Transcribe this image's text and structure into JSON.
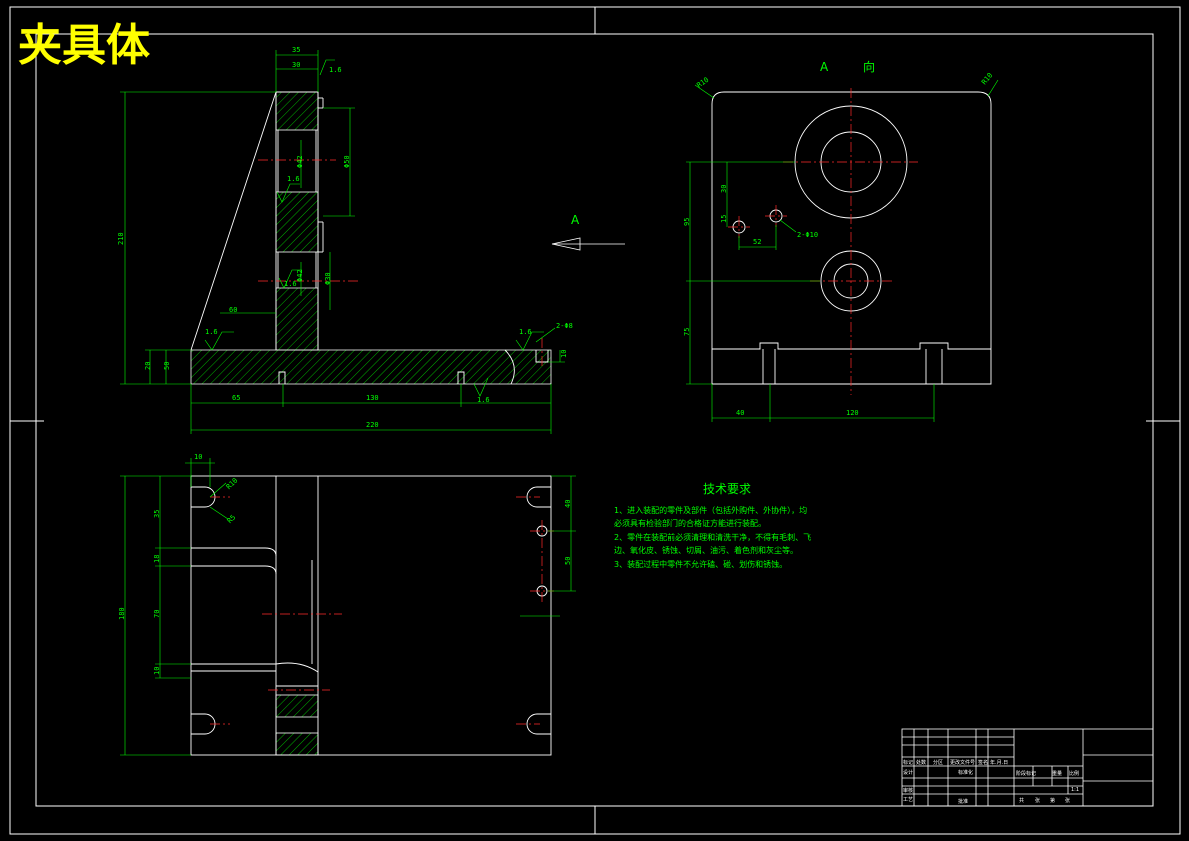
{
  "title": "夹具体",
  "view_label_a": "A",
  "view_label_a_dir": "向",
  "arrow_label": "A",
  "tech": {
    "heading": "技术要求",
    "lines": [
      "1、进入装配的零件及部件（包括外购件、外协件），均",
      "必须具有检验部门的合格证方能进行装配。",
      "2、零件在装配前必须清理和清洗干净，不得有毛刺、飞",
      "边、氧化皮、锈蚀、切屑、油污、着色剂和灰尘等。",
      "3、装配过程中零件不允许磕、碰、划伤和锈蚀。"
    ]
  },
  "dims": {
    "front": [
      "35",
      "30",
      "1.6",
      "210",
      "Φ50",
      "Φ42",
      "1.6",
      "Φ42",
      "1.6",
      "Φ30",
      "60",
      "1.6",
      "20",
      "50",
      "1.6",
      "2-Φ8",
      "10",
      "65",
      "130",
      "1.6",
      "220"
    ],
    "side": [
      "R10",
      "R10",
      "30",
      "15",
      "2-Φ10",
      "52",
      "95",
      "75",
      "40",
      "120"
    ],
    "top": [
      "10",
      "R10",
      "R5",
      "35",
      "18",
      "70",
      "10",
      "180",
      "40",
      "50"
    ]
  },
  "title_block": {
    "row1": [
      "标记",
      "处数",
      "分区",
      "更改文件号",
      "签名",
      "年.月.日"
    ],
    "row2": [
      "设计",
      "",
      "",
      "标准化",
      ""
    ],
    "row3": [
      "审核"
    ],
    "row4": [
      "工艺",
      "",
      "",
      "批准"
    ],
    "right1": [
      "阶段标记",
      "重量",
      "比例"
    ],
    "right2": [
      "1:1"
    ],
    "right3": [
      "共",
      "张",
      "第",
      "张"
    ]
  },
  "colors": {
    "outline": "#ffffff",
    "dimension": "#00ff00",
    "center": "#ff2a2a",
    "title": "#ffff00",
    "background": "#000000"
  }
}
